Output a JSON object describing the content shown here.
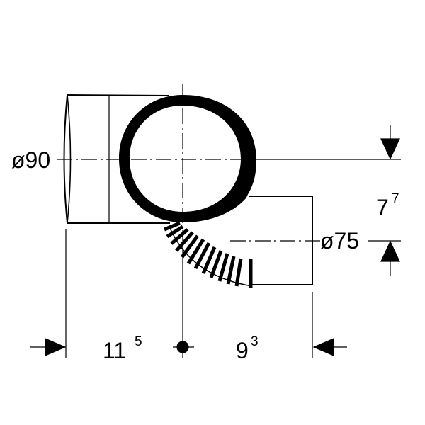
{
  "labels": {
    "dia_inlet": "ø90",
    "dia_outlet": "ø75",
    "dim_left_main": "11",
    "dim_left_sup": "5",
    "dim_right_main": "9",
    "dim_right_sup": "3",
    "dim_vert_main": "7",
    "dim_vert_sup": "7"
  },
  "colors": {
    "line": "#000000",
    "background": "#ffffff"
  }
}
